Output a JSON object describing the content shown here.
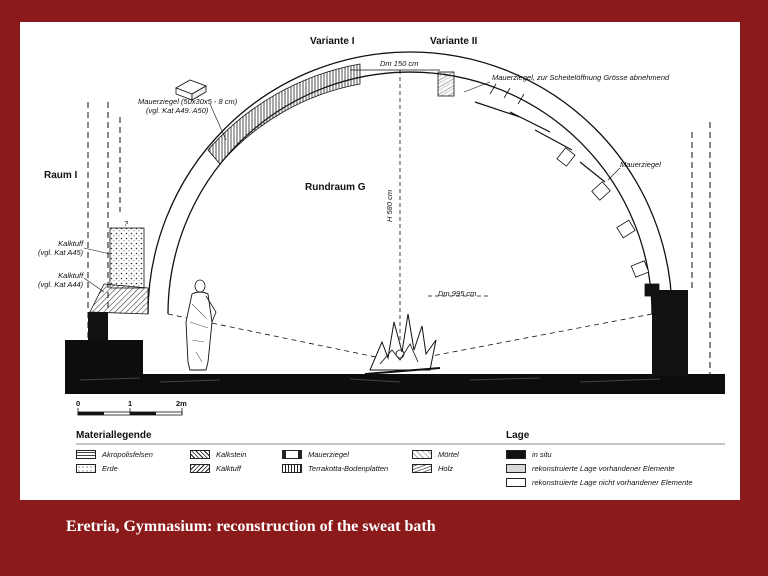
{
  "caption": "Eretria, Gymnasium: reconstruction of the sweat bath",
  "title_left": "Variante I",
  "title_right": "Variante II",
  "room_left": "Raum I",
  "room_center": "Rundraum G",
  "dim_top": "Dm 150 cm",
  "dim_height": "H 580 cm",
  "dim_floor": "Dm 995 cm",
  "labels": {
    "mauerziegel_detail_1": "Mauerziegel (50x30x5 - 8 cm)",
    "mauerziegel_detail_2": "(vgl. Kat A49. A50)",
    "mauerziegel_right_top": "Mauerziegel, zur Scheitelöffnung Grösse abnehmend",
    "mauerziegel_right": "Mauerziegel",
    "question": "?",
    "kalktuff_a45_1": "Kalktuff",
    "kalktuff_a45_2": "(vgl. Kat A45)",
    "kalktuff_a44_1": "Kalktuff",
    "kalktuff_a44_2": "(vgl. Kat A44)"
  },
  "scale": {
    "zero": "0",
    "one": "1",
    "two": "2m"
  },
  "material_legend": {
    "title": "Materiallegende",
    "items": [
      "Akropolisfelsen",
      "Erde",
      "Kalkstein",
      "Kalktuff",
      "Mauerziegel",
      "Terrakotta-Bodenplatten",
      "Mörtel",
      "Holz"
    ]
  },
  "lage_legend": {
    "title": "Lage",
    "items": [
      "in situ",
      "rekonstruierte Lage vorhandener Elemente",
      "rekonstruierte Lage nicht vorhandener Elemente"
    ]
  }
}
